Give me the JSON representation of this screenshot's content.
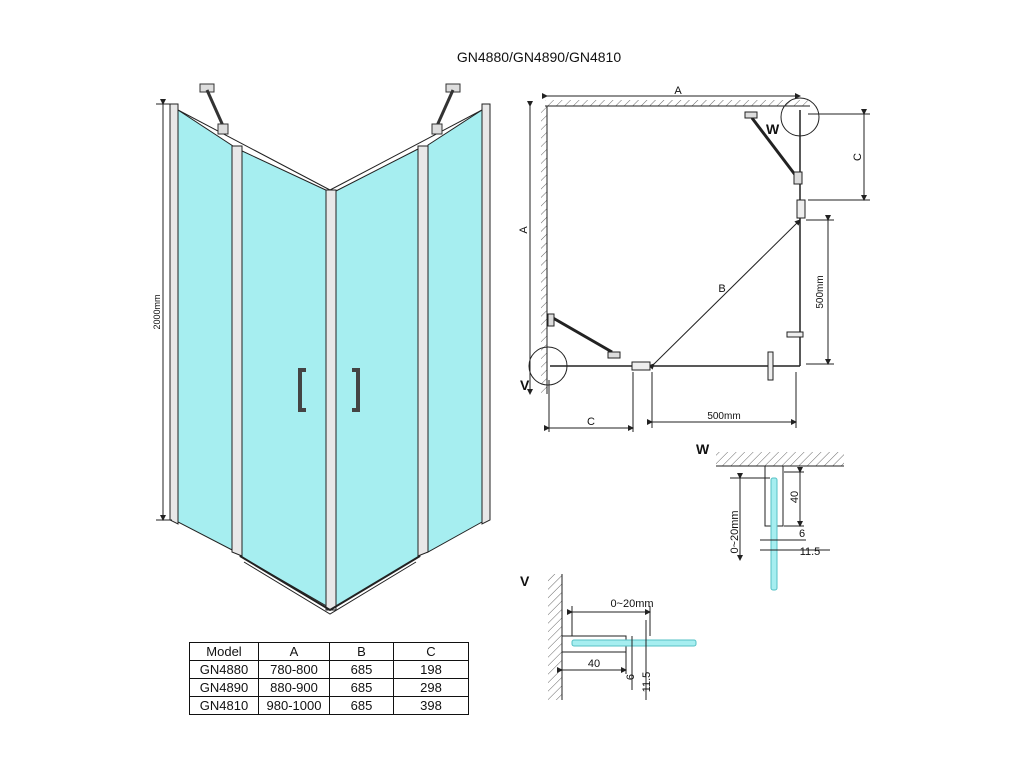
{
  "title": "GN4880/GN4890/GN4810",
  "front_view": {
    "height_label": "2000mm"
  },
  "plan_view": {
    "label_a_top": "A",
    "label_a_side": "A",
    "label_b": "B",
    "label_c_right": "C",
    "label_c_bottom": "C",
    "label_500_vertical": "500mm",
    "label_500_horizontal": "500mm",
    "marker_w": "W",
    "marker_v": "V"
  },
  "detail_w": {
    "title": "W",
    "dim_40": "40",
    "dim_range": "0~20mm",
    "dim_6": "6",
    "dim_11_5": "11.5"
  },
  "detail_v": {
    "title": "V",
    "dim_range": "0~20mm",
    "dim_40": "40",
    "dim_6": "6",
    "dim_11_5": "11.5"
  },
  "table": {
    "headers": [
      "Model",
      "A",
      "B",
      "C"
    ],
    "rows": [
      [
        "GN4880",
        "780-800",
        "685",
        "198"
      ],
      [
        "GN4890",
        "880-900",
        "685",
        "298"
      ],
      [
        "GN4810",
        "980-1000",
        "685",
        "398"
      ]
    ]
  },
  "colors": {
    "glass": "#a6eef0",
    "line": "#222222",
    "hatch": "#555555"
  }
}
